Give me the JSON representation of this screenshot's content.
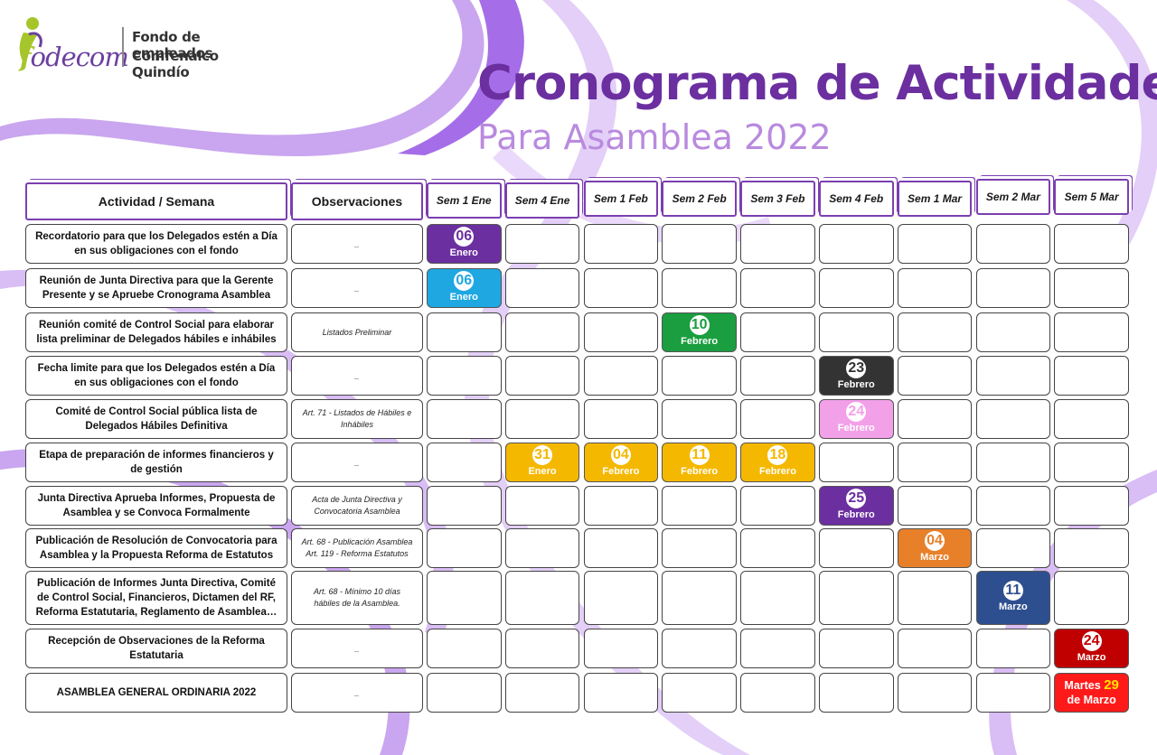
{
  "brand": {
    "logo_text": "odecom",
    "line1": "Fondo de empleados",
    "line2": "Comfenalco Quindío"
  },
  "header": {
    "title": "Cronograma de Actividades",
    "subtitle": "Para Asamblea 2022"
  },
  "table": {
    "col_activity": "Actividad / Semana",
    "col_observations": "Observaciones",
    "weeks": [
      "Sem 1 Ene",
      "Sem 4 Ene",
      "Sem 1 Feb",
      "Sem 2 Feb",
      "Sem 3 Feb",
      "Sem 4 Feb",
      "Sem 1 Mar",
      "Sem 2 Mar",
      "Sem 5 Mar"
    ],
    "rows": [
      {
        "activity": "Recordatorio para que los Delegados estén a Día en sus obligaciones con el fondo",
        "observation": "_",
        "events": [
          {
            "week": 0,
            "day": "06",
            "month": "Enero",
            "color": "#6b2fa0"
          }
        ]
      },
      {
        "activity": "Reunión de Junta Directiva para que la Gerente Presente y se Apruebe Cronograma Asamblea",
        "observation": "_",
        "events": [
          {
            "week": 0,
            "day": "06",
            "month": "Enero",
            "color": "#1ea7e1"
          }
        ]
      },
      {
        "activity": "Reunión comité de Control Social para elaborar lista preliminar de Delegados hábiles e inhábiles",
        "observation": "Listados Preliminar",
        "events": [
          {
            "week": 3,
            "day": "10",
            "month": "Febrero",
            "color": "#1a9e3f"
          }
        ]
      },
      {
        "activity": "Fecha limite para que los Delegados estén a Día en sus obligaciones con el fondo",
        "observation": "_",
        "events": [
          {
            "week": 5,
            "day": "23",
            "month": "Febrero",
            "color": "#333333"
          }
        ]
      },
      {
        "activity": "Comité de Control Social pública lista de Delegados Hábiles Definitiva",
        "observation": "Art. 71 - Listados de Hábiles e Inhábiles",
        "events": [
          {
            "week": 5,
            "day": "24",
            "month": "Febrero",
            "color": "#f2a0e8"
          }
        ]
      },
      {
        "activity": "Etapa de preparación de informes financieros y de gestión",
        "observation": "_",
        "events": [
          {
            "week": 1,
            "day": "31",
            "month": "Enero",
            "color": "#f5b800"
          },
          {
            "week": 2,
            "day": "04",
            "month": "Febrero",
            "color": "#f5b800"
          },
          {
            "week": 3,
            "day": "11",
            "month": "Febrero",
            "color": "#f5b800"
          },
          {
            "week": 4,
            "day": "18",
            "month": "Febrero",
            "color": "#f5b800"
          }
        ]
      },
      {
        "activity": "Junta Directiva Aprueba Informes, Propuesta de Asamblea y se Convoca Formalmente",
        "observation": "Acta de Junta Directiva y Convocatoria Asamblea",
        "events": [
          {
            "week": 5,
            "day": "25",
            "month": "Febrero",
            "color": "#6b2fa0"
          }
        ]
      },
      {
        "activity": "Publicación de Resolución de Convocatoria para Asamblea y la Propuesta Reforma de Estatutos",
        "observation": "Art. 68 - Publicación Asamblea Art. 119 - Reforma Estatutos",
        "events": [
          {
            "week": 6,
            "day": "04",
            "month": "Marzo",
            "color": "#e8802a"
          }
        ]
      },
      {
        "activity": "Publicación de Informes Junta Directiva, Comité de Control Social, Financieros, Dictamen del RF, Reforma Estatutaria, Reglamento de Asamblea…",
        "observation": "Art. 68 - Mínimo 10 días hábiles de la Asamblea.",
        "events": [
          {
            "week": 7,
            "day": "11",
            "month": "Marzo",
            "color": "#2e4f8f"
          }
        ]
      },
      {
        "activity": "Recepción de Observaciones de la Reforma Estatutaria",
        "observation": "_",
        "events": [
          {
            "week": 8,
            "day": "24",
            "month": "Marzo",
            "color": "#c00000"
          }
        ]
      },
      {
        "activity": "ASAMBLEA GENERAL ORDINARIA 2022",
        "observation": "_",
        "events": [
          {
            "week": 8,
            "final": true,
            "prefix": "Martes",
            "day": "29",
            "month": "de Marzo",
            "color": "#ff1a1a"
          }
        ]
      }
    ]
  }
}
